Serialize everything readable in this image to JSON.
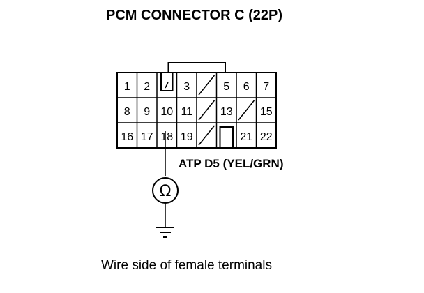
{
  "title": "PCM CONNECTOR C (22P)",
  "wire_label": "ATP D5 (YEL/GRN)",
  "caption": "Wire side of female terminals",
  "meter_symbol": "Ω",
  "connector": {
    "rows": [
      [
        "1",
        "2",
        "",
        "3",
        "",
        "5",
        "6",
        "7"
      ],
      [
        "8",
        "9",
        "10",
        "11",
        "",
        "13",
        "",
        "15"
      ],
      [
        "16",
        "17",
        "18",
        "19",
        "",
        "",
        "21",
        "22"
      ]
    ],
    "blocked_cells": [
      [
        0,
        4
      ],
      [
        1,
        4
      ],
      [
        1,
        6
      ],
      [
        2,
        4
      ]
    ],
    "lock_cell": [
      0,
      2
    ],
    "key_cell": [
      2,
      5
    ],
    "probed_pin": "18"
  },
  "colors": {
    "line": "#000000",
    "background": "#ffffff"
  }
}
